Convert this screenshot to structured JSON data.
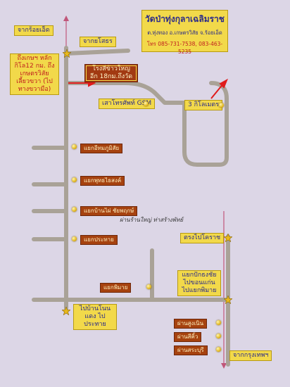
{
  "temple": {
    "title": "วัดป่าทุ่งกุลาเฉลิมราช",
    "address": "ต.ทุ่งทอง อ.เกษตรวิสัย จ.ร้อยเอ็ด",
    "phone": "โทร 085-731-7538, 083-463-5235"
  },
  "labels": {
    "from_roiet": "จากร้อยเอ็ด",
    "from_yasothon": "จากยโสธร",
    "kaset_direction": "ถึงเกษฯ หลักกิโล12 กม. ถึงเกษตรวิสัย เลี้ยวขวา (ไปทางขวามือ)",
    "school": "โรงสีข้าวใหญ่ อีก 18กม.ถึงวัด",
    "gsm_pole": "เสาโทรศัพท์ GSM",
    "three_km": "3 กิโลเมตร",
    "straight_korat": "ตรงไปโคราช",
    "pakthongchai": "แยกปักธงชัย ไปขอนแก่น ไปแยกพิมาย",
    "to_bannongmaeng": "ไปบ้านโนนแดง ไปประทาย",
    "from_bangkok": "จากกรุงเทพฯ"
  },
  "road_labels": [
    "แยกอีทมภูมิสัย",
    "แยกพุทธไธสงค์",
    "แยกบ้านไผ่ ชัยพฤกษ์",
    "แยกประทาย",
    "แยกพิมาย",
    "ผ่านสูงเนิน",
    "ผ่านสีคิ้ว",
    "ผ่านสระบุรี"
  ],
  "handwritten": "ผ่านร้านใหญ่ ท่าสร้างพัทย์",
  "colors": {
    "background": "#dcd6e6",
    "road": "#a9a297",
    "label_fill": "#f2d94a",
    "label_dark": "#a23a12",
    "route_arrow": "#e01b1b",
    "axis_line": "#c0567a"
  }
}
